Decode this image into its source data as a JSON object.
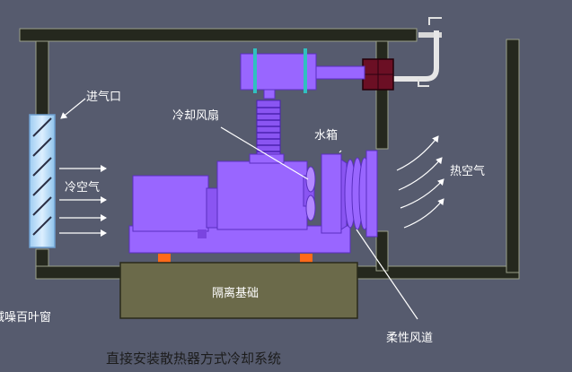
{
  "labels": {
    "air_inlet": "进气口",
    "cooling_fan": "冷却风扇",
    "water_tank": "水箱",
    "cold_air": "冷空气",
    "hot_air": "热空气",
    "isolation_base": "隔离基础",
    "louver": "减噪百叶窗",
    "flex_duct": "柔性风道"
  },
  "title": "直接安装散热器方式冷却系统",
  "colors": {
    "background": "#565b6e",
    "machine": "#9966ff",
    "machine_dark": "#7a44e0",
    "frame": "#25281e",
    "base": "#6b6a4a",
    "pad": "#ff6a1a",
    "window": "#b8dcf8",
    "arrow": "#ffffff"
  }
}
